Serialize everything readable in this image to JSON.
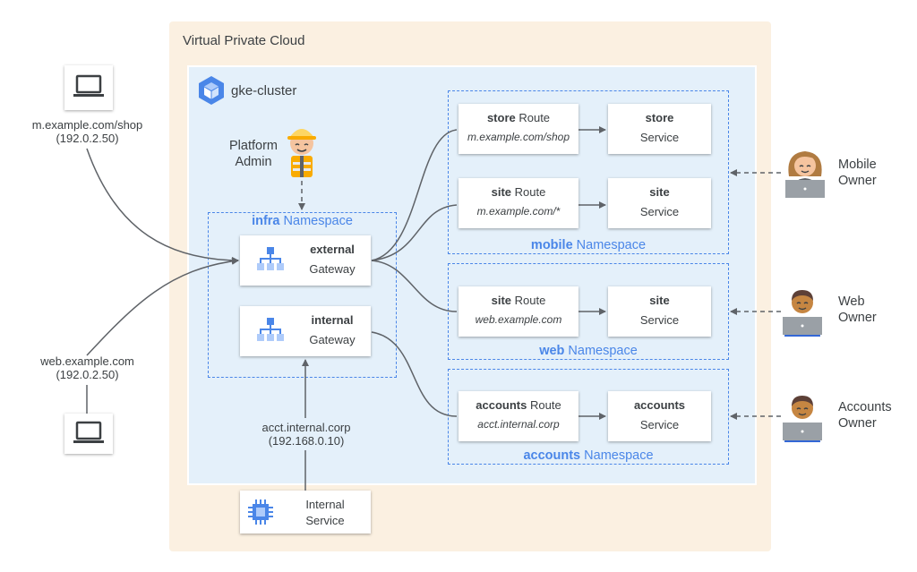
{
  "vpc": {
    "label": "Virtual Private Cloud"
  },
  "cluster": {
    "label": "gke-cluster"
  },
  "platform_admin": {
    "line1": "Platform",
    "line2": "Admin"
  },
  "namespaces": {
    "infra": {
      "name": "infra",
      "suffix": " Namespace"
    },
    "mobile": {
      "name": "mobile",
      "suffix": " Namespace"
    },
    "web": {
      "name": "web",
      "suffix": " Namespace"
    },
    "accounts": {
      "name": "accounts",
      "suffix": " Namespace"
    }
  },
  "gateways": {
    "external": {
      "name": "external",
      "type": "Gateway"
    },
    "internal": {
      "name": "internal",
      "type": "Gateway"
    }
  },
  "routes": {
    "store": {
      "name": "store",
      "word": " Route",
      "host": "m.example.com/shop"
    },
    "site_mobile": {
      "name": "site",
      "word": " Route",
      "host": "m.example.com/*"
    },
    "site_web": {
      "name": "site",
      "word": " Route",
      "host": "web.example.com"
    },
    "accounts": {
      "name": "accounts",
      "word": " Route",
      "host": "acct.internal.corp"
    }
  },
  "services": {
    "store": {
      "name": "store",
      "type": "Service"
    },
    "site_mobile": {
      "name": "site",
      "type": "Service"
    },
    "site_web": {
      "name": "site",
      "type": "Service"
    },
    "accounts": {
      "name": "accounts",
      "type": "Service"
    }
  },
  "clients": {
    "mobile": {
      "host": "m.example.com/shop",
      "ip": "(192.0.2.50)"
    },
    "web": {
      "host": "web.example.com",
      "ip": "(192.0.2.50)"
    },
    "internal": {
      "host": "acct.internal.corp",
      "ip": "(192.168.0.10)"
    }
  },
  "internal_service": {
    "line1": "Internal",
    "line2": "Service"
  },
  "owners": {
    "mobile": {
      "line1": "Mobile",
      "line2": "Owner"
    },
    "web": {
      "line1": "Web",
      "line2": "Owner"
    },
    "accounts": {
      "line1": "Accounts",
      "line2": "Owner"
    }
  },
  "colors": {
    "accent": "#4a86e8",
    "vpc_bg": "#fbf0e1",
    "cluster_bg": "#e4f0fa",
    "line": "#5f6368"
  }
}
